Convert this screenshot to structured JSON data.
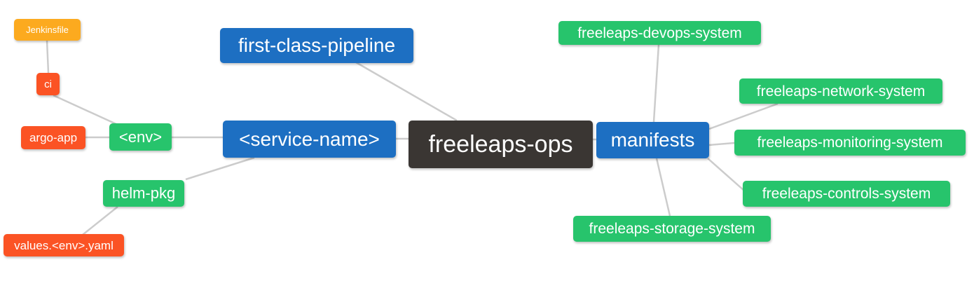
{
  "colors": {
    "background": "#ffffff",
    "text": "#ffffff",
    "edge": "#cccccc",
    "blue": "#1d6fc2",
    "green": "#27c46c",
    "red": "#fb5324",
    "orange": "#fcaa1f",
    "dark": "#3a3633"
  },
  "nodes": {
    "root": {
      "label": "freeleaps-ops",
      "color": "#3a3633"
    },
    "first_class_pipeline": {
      "label": "first-class-pipeline",
      "color": "#1d6fc2"
    },
    "service_name": {
      "label": "<service-name>",
      "color": "#1d6fc2"
    },
    "manifests": {
      "label": "manifests",
      "color": "#1d6fc2"
    },
    "env": {
      "label": "<env>",
      "color": "#27c46c"
    },
    "helm_pkg": {
      "label": "helm-pkg",
      "color": "#27c46c"
    },
    "ci": {
      "label": "ci",
      "color": "#fb5324"
    },
    "jenkinsfile": {
      "label": "Jenkinsfile",
      "color": "#fcaa1f"
    },
    "argo_app": {
      "label": "argo-app",
      "color": "#fb5324"
    },
    "values_env_yaml": {
      "label": "values.<env>.yaml",
      "color": "#fb5324"
    },
    "devops_system": {
      "label": "freeleaps-devops-system",
      "color": "#27c46c"
    },
    "network_system": {
      "label": "freeleaps-network-system",
      "color": "#27c46c"
    },
    "monitoring_system": {
      "label": "freeleaps-monitoring-system",
      "color": "#27c46c"
    },
    "controls_system": {
      "label": "freeleaps-controls-system",
      "color": "#27c46c"
    },
    "storage_system": {
      "label": "freeleaps-storage-system",
      "color": "#27c46c"
    }
  },
  "edges": [
    [
      "jenkinsfile",
      "ci"
    ],
    [
      "ci",
      "env"
    ],
    [
      "argo_app",
      "env"
    ],
    [
      "env",
      "service_name"
    ],
    [
      "service_name",
      "helm_pkg"
    ],
    [
      "helm_pkg",
      "values_env_yaml"
    ],
    [
      "service_name",
      "root"
    ],
    [
      "first_class_pipeline",
      "root"
    ],
    [
      "root",
      "manifests"
    ],
    [
      "manifests",
      "devops_system"
    ],
    [
      "manifests",
      "network_system"
    ],
    [
      "manifests",
      "monitoring_system"
    ],
    [
      "manifests",
      "controls_system"
    ],
    [
      "manifests",
      "storage_system"
    ]
  ]
}
